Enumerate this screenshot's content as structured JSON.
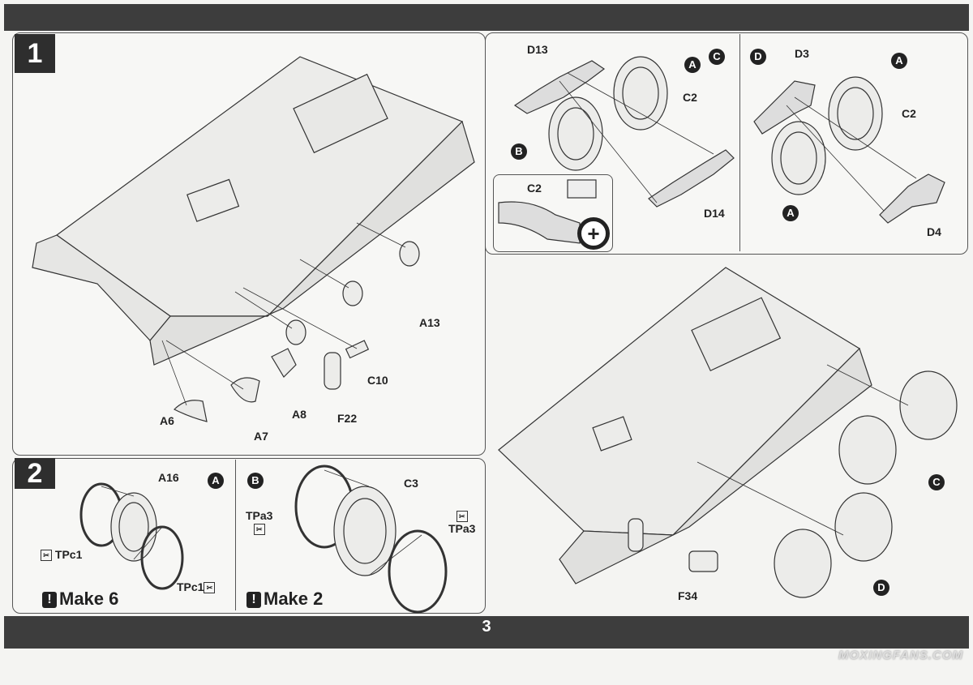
{
  "page_number": "3",
  "watermark": "MOXINGFANS.COM",
  "step1": {
    "number": "1",
    "labels": {
      "a13": "A13",
      "c10": "C10",
      "f22": "F22",
      "a8": "A8",
      "a7": "A7",
      "a6": "A6"
    }
  },
  "subassembly_c": {
    "marker": "C",
    "labels": {
      "d13": "D13",
      "a": "A",
      "c2": "C2",
      "b": "B",
      "d14": "D14"
    },
    "detail_label": "C2"
  },
  "subassembly_d": {
    "marker": "D",
    "labels": {
      "d3": "D3",
      "a_top": "A",
      "c2": "C2",
      "a_bottom": "A",
      "d4": "D4"
    }
  },
  "final": {
    "labels": {
      "c": "C",
      "d": "D",
      "f34": "F34"
    }
  },
  "step2": {
    "number": "2",
    "wheel_a": {
      "marker": "A",
      "part": "A16",
      "tire_left": "TPc1",
      "tire_right": "TPc1",
      "make": "Make 6"
    },
    "wheel_b": {
      "marker": "B",
      "part": "C3",
      "tire_left": "TPa3",
      "tire_right": "TPa3",
      "make": "Make 2"
    }
  },
  "icons": {
    "warning": "!",
    "glue": "✂",
    "zoom": "+"
  }
}
